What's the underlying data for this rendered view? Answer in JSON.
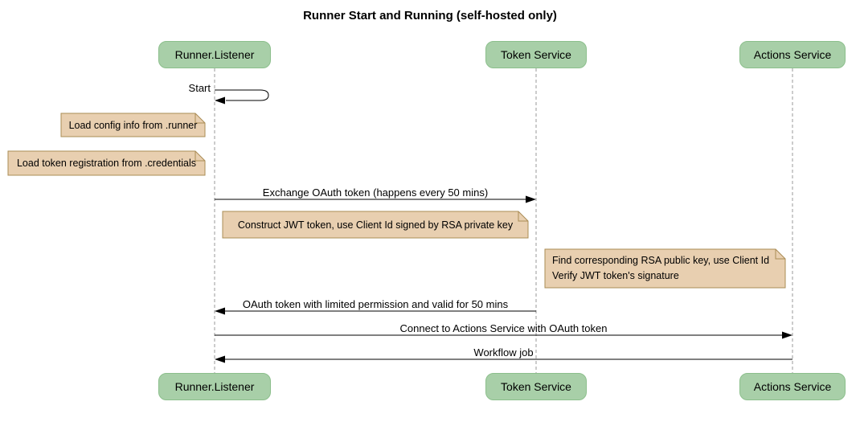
{
  "title": "Runner Start and Running (self-hosted only)",
  "participants": [
    {
      "name": "Runner.Listener"
    },
    {
      "name": "Token Service"
    },
    {
      "name": "Actions Service"
    }
  ],
  "messages": {
    "start": {
      "label": "Start",
      "from": "Runner.Listener",
      "to": "Runner.Listener",
      "kind": "self"
    },
    "exchange": {
      "label": "Exchange OAuth token (happens every 50 mins)",
      "from": "Runner.Listener",
      "to": "Token Service"
    },
    "oauth_return": {
      "label": "OAuth token with limited permission and valid for 50 mins",
      "from": "Token Service",
      "to": "Runner.Listener"
    },
    "connect": {
      "label": "Connect to Actions Service with OAuth token",
      "from": "Runner.Listener",
      "to": "Actions Service"
    },
    "workflow": {
      "label": "Workflow job",
      "from": "Actions Service",
      "to": "Runner.Listener"
    }
  },
  "notes": {
    "load_config": {
      "text": "Load config info from .runner",
      "position": "left of Runner.Listener"
    },
    "load_token": {
      "text": "Load token registration from .credentials",
      "position": "left of Runner.Listener"
    },
    "construct_jwt": {
      "text": "Construct JWT token, use Client Id signed by RSA private key",
      "position": "right of Runner.Listener"
    },
    "verify_jwt": {
      "text": "Find corresponding RSA public key, use Client Id\nVerify JWT token's signature",
      "position": "left of Actions Service"
    }
  },
  "colors": {
    "participant_fill": "#A8CFA8",
    "participant_border": "#8CBF8C",
    "note_fill": "#E8CFB0",
    "note_border": "#AA8C55",
    "lifeline": "#999999",
    "message_line": "#000000",
    "text": "#000000",
    "background": "#FFFFFF"
  }
}
